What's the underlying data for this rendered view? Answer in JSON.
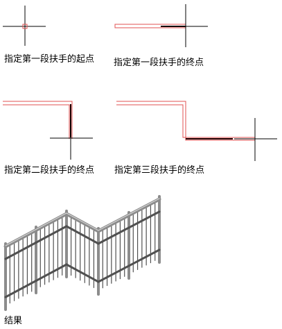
{
  "steps": [
    {
      "caption": "指定第一段扶手的起点"
    },
    {
      "caption": "指定第一段扶手的终点"
    },
    {
      "caption": "指定第二段扶手的终点"
    },
    {
      "caption": "指定第三段扶手的终点"
    }
  ],
  "result": {
    "caption": "结果"
  },
  "colors": {
    "crosshair": "#000000",
    "rail_outline": "#e05050",
    "rail_core": "#200000",
    "rail_metal": "#8c8c8c",
    "rail_dark": "#505050"
  }
}
